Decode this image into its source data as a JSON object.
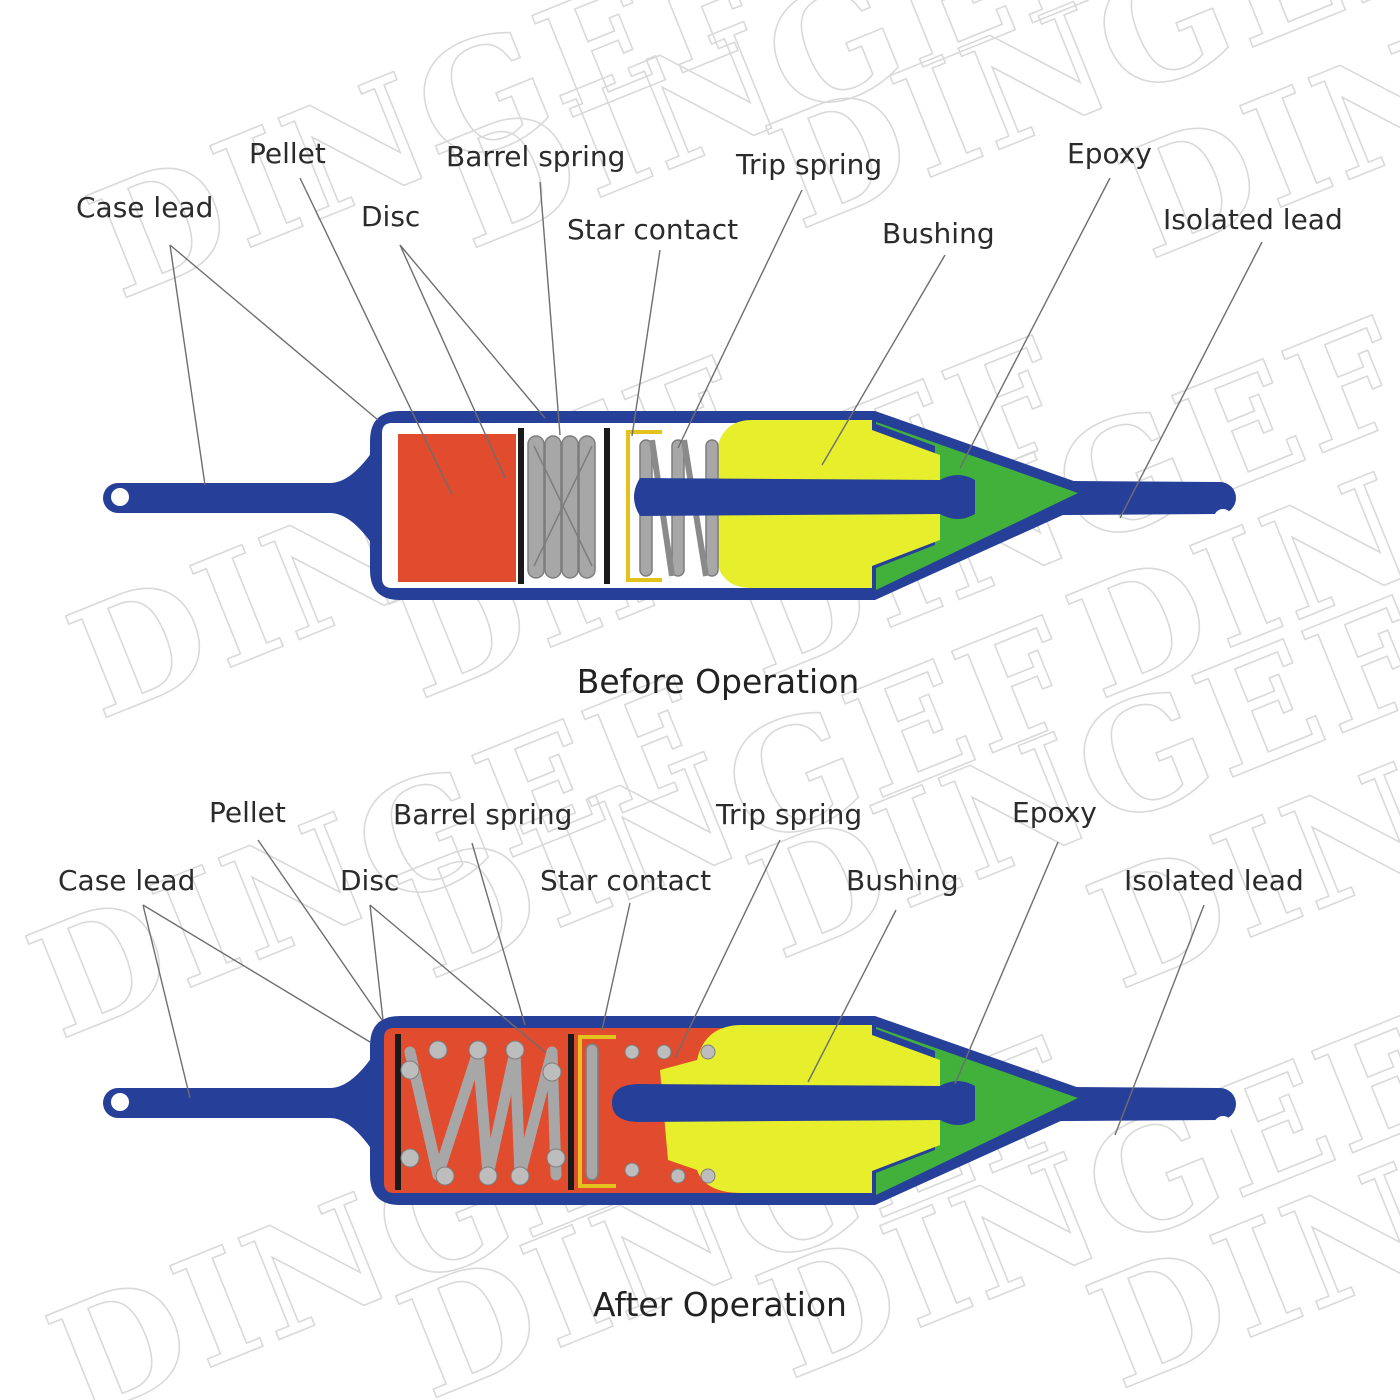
{
  "watermark": "DINGEF",
  "colors": {
    "case": "#26409a",
    "pellet": "#e14b2e",
    "bushing": "#e7ee2b",
    "epoxy": "#42b13b",
    "spring": "#a7a7a7",
    "disc": "#1a1a1a",
    "star_contact": "#e3c21e",
    "leader": "#6e6e6e"
  },
  "before": {
    "caption": "Before Operation",
    "labels": {
      "case_lead": "Case lead",
      "pellet": "Pellet",
      "disc": "Disc",
      "barrel_spring": "Barrel spring",
      "star_contact": "Star contact",
      "trip_spring": "Trip spring",
      "bushing": "Bushing",
      "epoxy": "Epoxy",
      "isolated_lead": "Isolated lead"
    }
  },
  "after": {
    "caption": "After Operation",
    "labels": {
      "case_lead": "Case lead",
      "pellet": "Pellet",
      "disc": "Disc",
      "barrel_spring": "Barrel spring",
      "star_contact": "Star contact",
      "trip_spring": "Trip spring",
      "bushing": "Bushing",
      "epoxy": "Epoxy",
      "isolated_lead": "Isolated lead"
    }
  }
}
